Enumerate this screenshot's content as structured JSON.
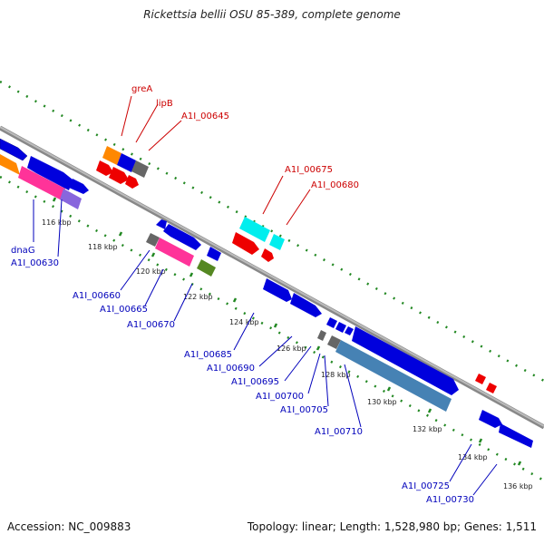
{
  "title": "Rickettsia bellii OSU 85-389, complete genome",
  "footer": {
    "accession": "Accession: NC_009883",
    "summary": "Topology: linear; Length: 1,528,980 bp; Genes: 1,511"
  },
  "ticks": [
    "116 kbp",
    "118 kbp",
    "120 kbp",
    "122 kbp",
    "124 kbp",
    "126 kbp",
    "128 kbp",
    "130 kbp",
    "132 kbp",
    "134 kbp",
    "136 kbp"
  ],
  "gene_labels_top": [
    "greA",
    "lipB",
    "A1I_00645",
    "A1I_00675",
    "A1I_00680"
  ],
  "gene_labels_bottom": [
    "dnaG",
    "A1I_00630",
    "A1I_00660",
    "A1I_00665",
    "A1I_00670",
    "A1I_00685",
    "A1I_00690",
    "A1I_00695",
    "A1I_00700",
    "A1I_00705",
    "A1I_00710",
    "A1I_00725",
    "A1I_00730"
  ],
  "colors": {
    "forward_label": "#cc0000",
    "reverse_label": "#0000bb",
    "tick_dots": "#228822",
    "axis": "#999999"
  }
}
